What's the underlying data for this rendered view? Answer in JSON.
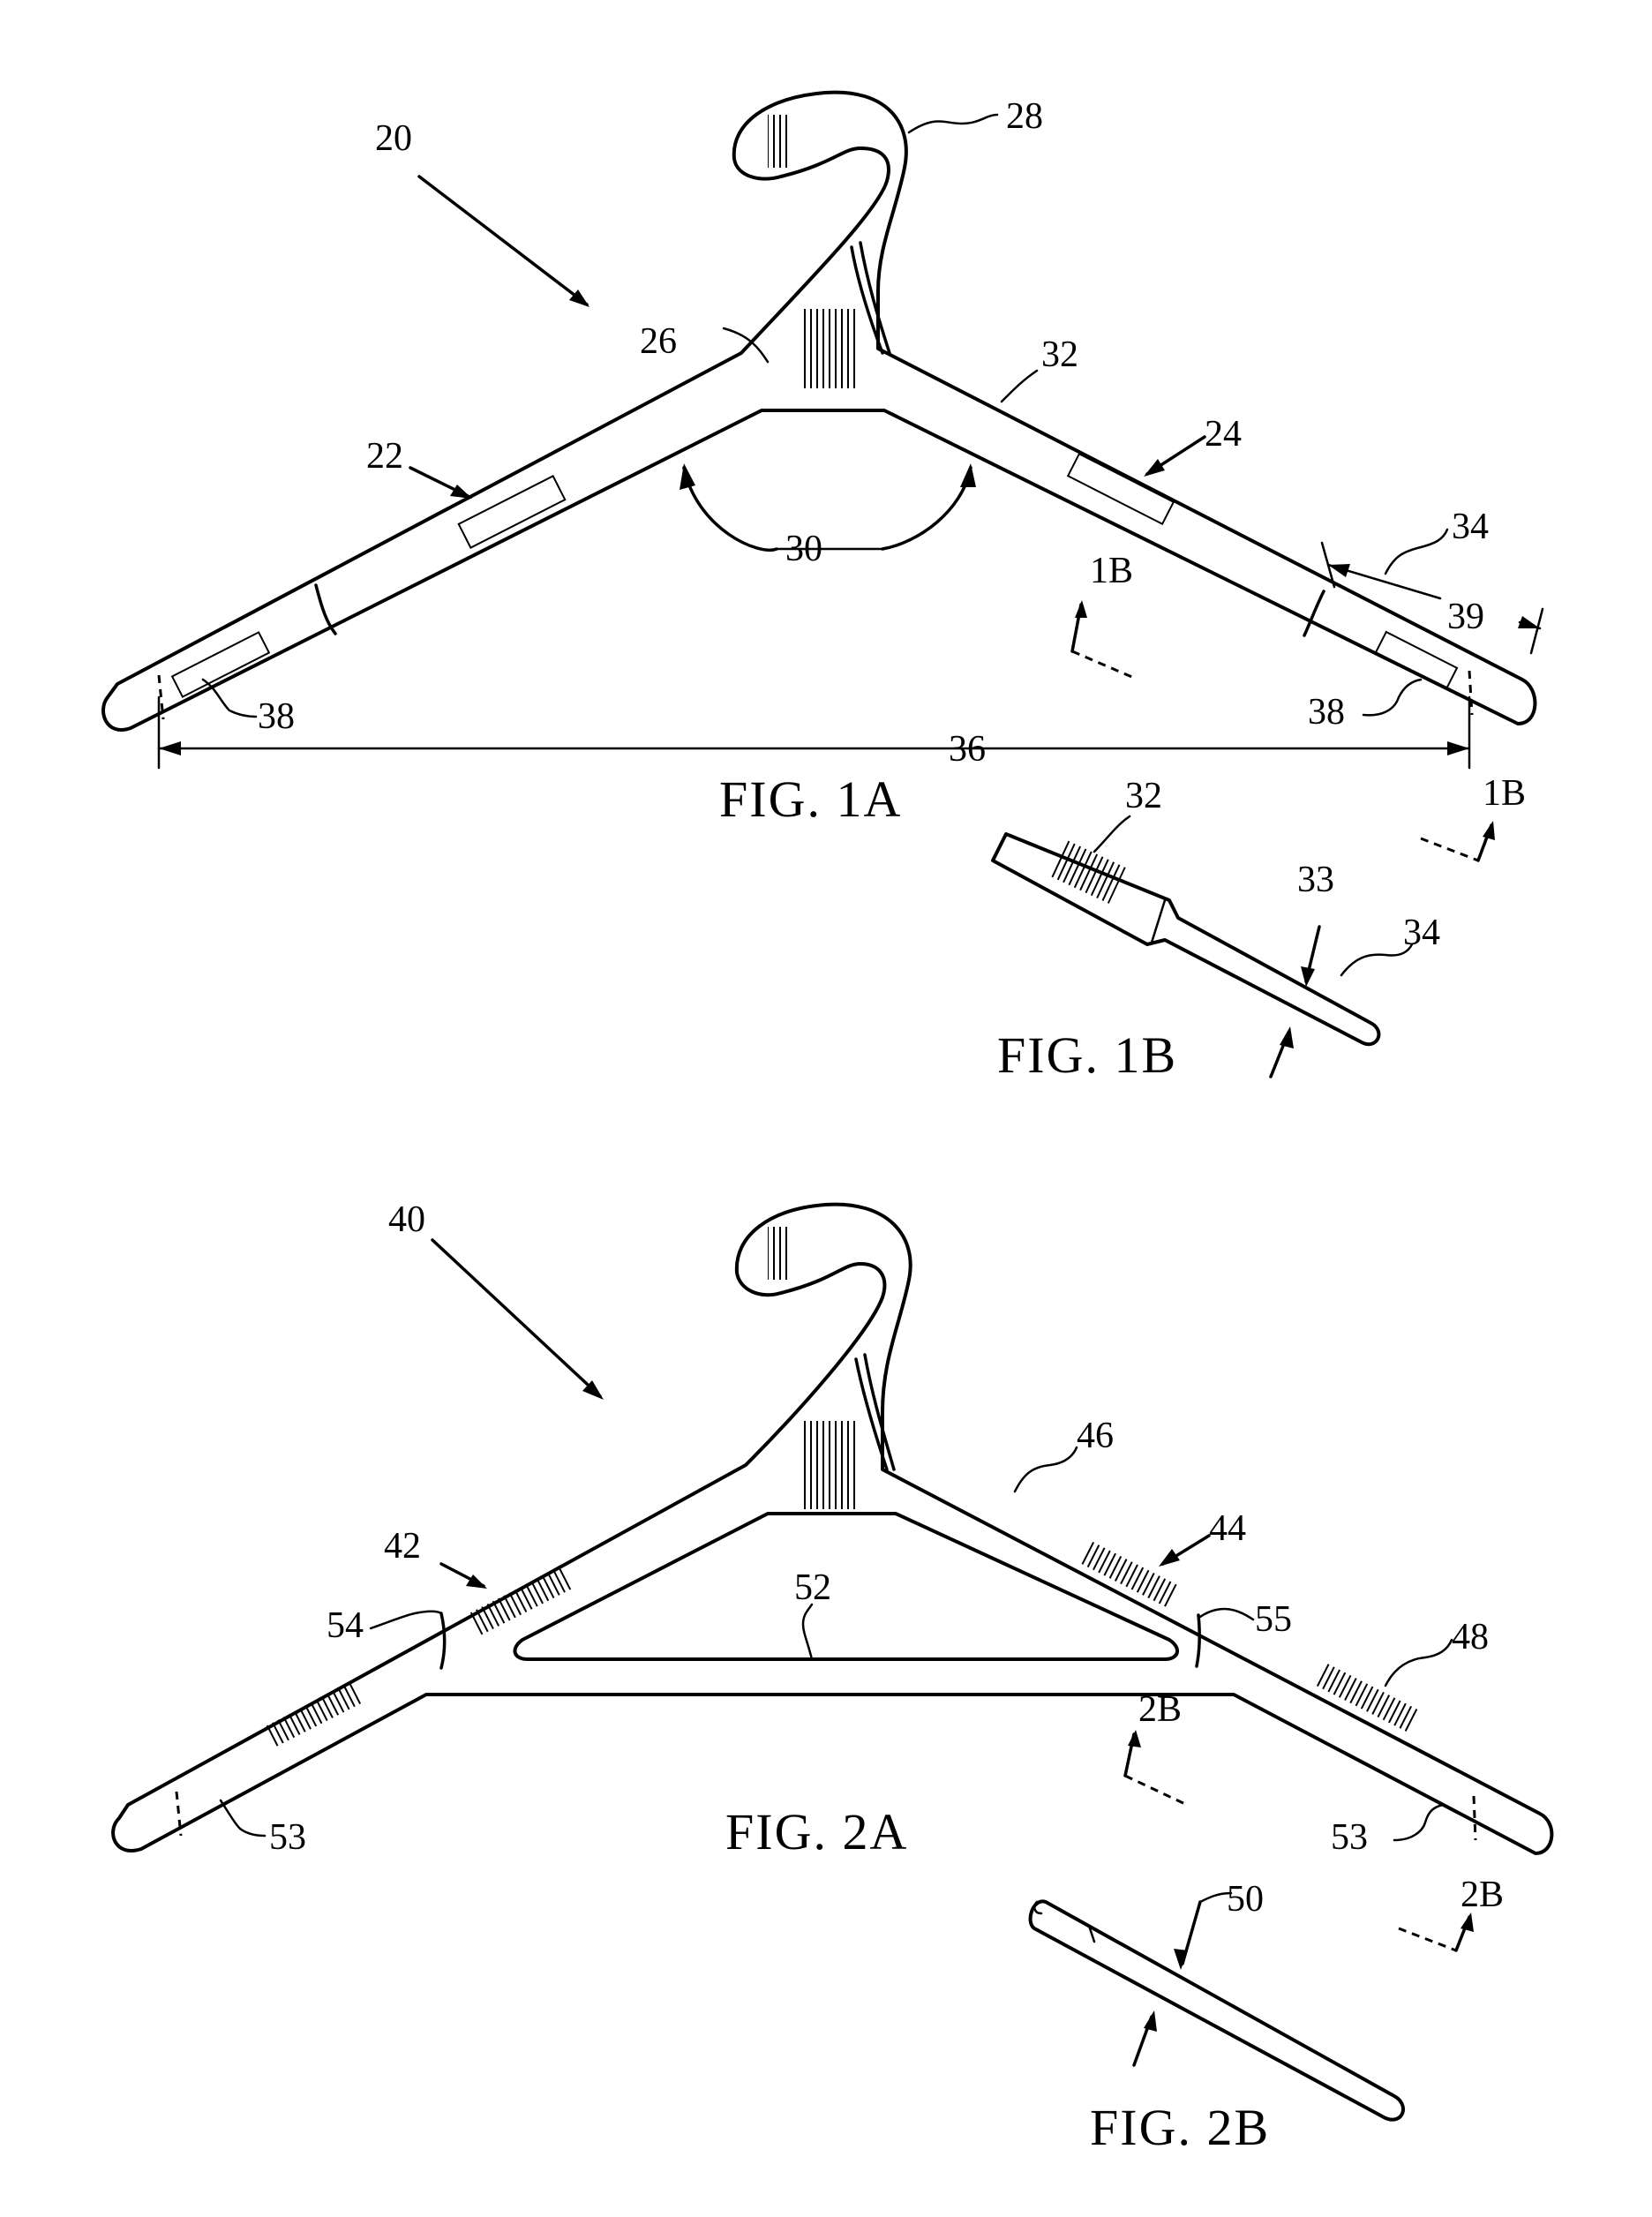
{
  "figure_1a": {
    "caption": "FIG. 1A",
    "refs": {
      "hanger": "20",
      "left_arm": "22",
      "right_arm": "24",
      "junction": "26",
      "hook": "28",
      "arm_angle": "30",
      "arm_body": "32",
      "arm_tip": "34",
      "overall_width": "36",
      "end_marker_left": "38",
      "end_marker_right": "38",
      "tip_length": "39",
      "section_mark_upper": "1B",
      "section_mark_lower": "1B"
    }
  },
  "figure_1b": {
    "caption": "FIG. 1B",
    "refs": {
      "body": "32",
      "thickness": "33",
      "tip": "34"
    }
  },
  "figure_2a": {
    "caption": "FIG. 2A",
    "refs": {
      "hanger": "40",
      "left_arm": "42",
      "right_arm": "44",
      "upper_body": "46",
      "lower_body": "48",
      "crossbar": "52",
      "end_marker_left": "53",
      "end_marker_right": "53",
      "joint_left": "54",
      "joint_right": "55",
      "section_mark_upper": "2B",
      "section_mark_lower": "2B"
    }
  },
  "figure_2b": {
    "caption": "FIG. 2B",
    "refs": {
      "section": "50"
    }
  }
}
